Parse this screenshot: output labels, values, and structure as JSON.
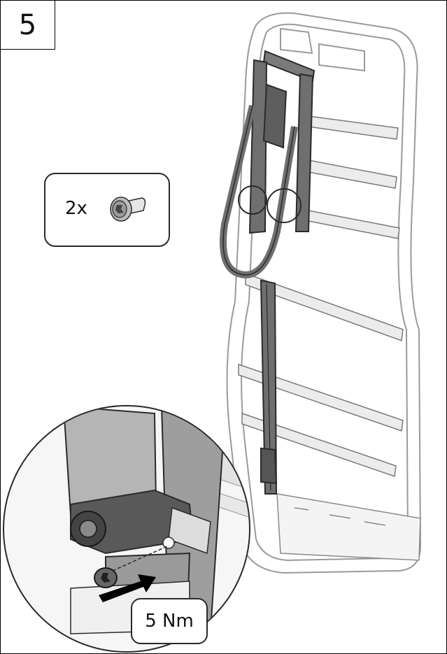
{
  "step": {
    "number": "5"
  },
  "parts": {
    "quantity": "2x",
    "icon": "torx-screw-icon"
  },
  "torque": {
    "label": "5 Nm"
  },
  "colors": {
    "stroke": "#2a2a2a",
    "part": "#6f6f6f",
    "frame": "#9a9a9a",
    "arrow": "#000000"
  }
}
